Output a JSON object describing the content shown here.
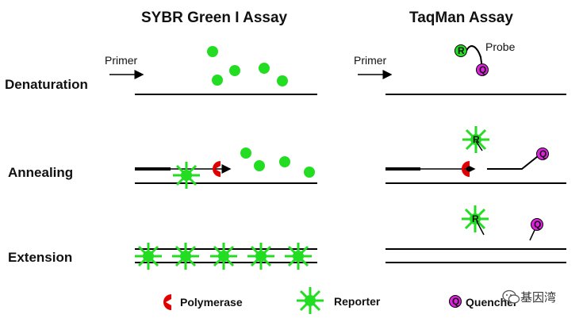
{
  "titles": {
    "sybr": "SYBR Green I Assay",
    "taqman": "TaqMan Assay"
  },
  "rows": {
    "denaturation": "Denaturation",
    "annealing": "Annealing",
    "extension": "Extension"
  },
  "labels": {
    "primer": "Primer",
    "probe": "Probe",
    "reporter_mark": "R",
    "quencher_mark": "Q"
  },
  "legend": {
    "polymerase": "Polymerase",
    "reporter": "Reporter",
    "quencher": "Quencher"
  },
  "watermark": "基因湾",
  "colors": {
    "dye": "#22dd22",
    "polymerase": "#e00000",
    "quencher_fill": "#dd22dd",
    "line": "#000000"
  },
  "icons": {
    "watermark": "wechat-icon"
  }
}
